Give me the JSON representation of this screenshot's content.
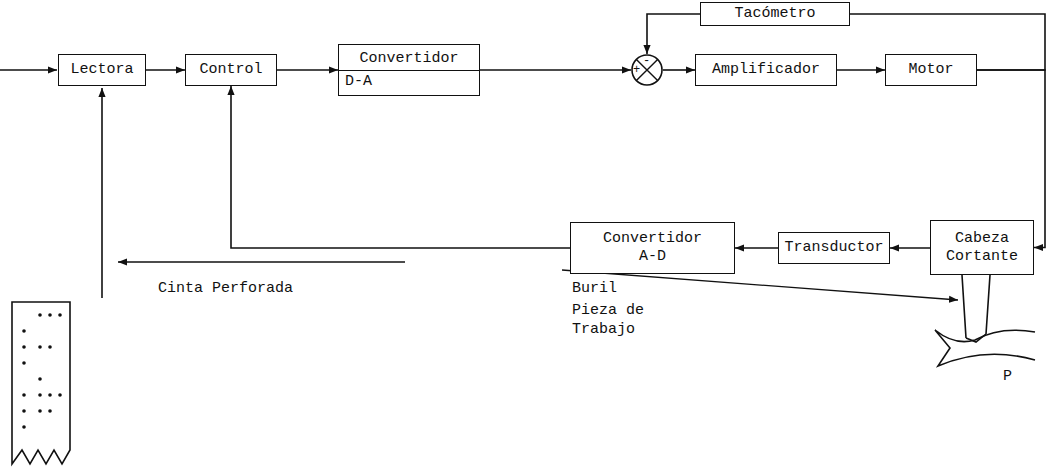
{
  "diagram": {
    "nodes": [
      {
        "text": [
          "Tacómetro"
        ]
      },
      {
        "text": [
          "Lectora"
        ]
      },
      {
        "text": [
          "Control"
        ]
      },
      {
        "text": [
          "Convertidor",
          "D-A"
        ]
      },
      {
        "text": [
          "-",
          "+"
        ]
      },
      {
        "text": [
          "Amplificador"
        ]
      },
      {
        "text": [
          "Motor"
        ]
      },
      {
        "text": [
          "Convertidor A-D"
        ]
      },
      {
        "text": [
          "Transductor"
        ]
      },
      {
        "text": [
          "Cabeza Cortante"
        ]
      }
    ],
    "edges": [
      {
        "from": 1,
        "to": 2,
        "arrow": "to"
      },
      {
        "from": 2,
        "to": 3,
        "arrow": "to"
      },
      {
        "from": 3,
        "to": 4,
        "arrow": "to"
      },
      {
        "from": 4,
        "to": 5,
        "arrow": "to"
      },
      {
        "from": 5,
        "to": 6,
        "arrow": "to"
      },
      {
        "from": 6,
        "to": 0,
        "arrow": "none"
      },
      {
        "from": 0,
        "to": 4,
        "arrow": "to"
      },
      {
        "from": 6,
        "to": 9,
        "arrow": "to"
      },
      {
        "from": 9,
        "to": 8,
        "arrow": "to"
      },
      {
        "from": 8,
        "to": 7,
        "arrow": "to"
      },
      {
        "from": 7,
        "to": 2,
        "arrow": "to"
      }
    ],
    "labels": [
      "Cinta Perforada",
      "Buril",
      "Pieza de Trabajo",
      "P"
    ]
  }
}
